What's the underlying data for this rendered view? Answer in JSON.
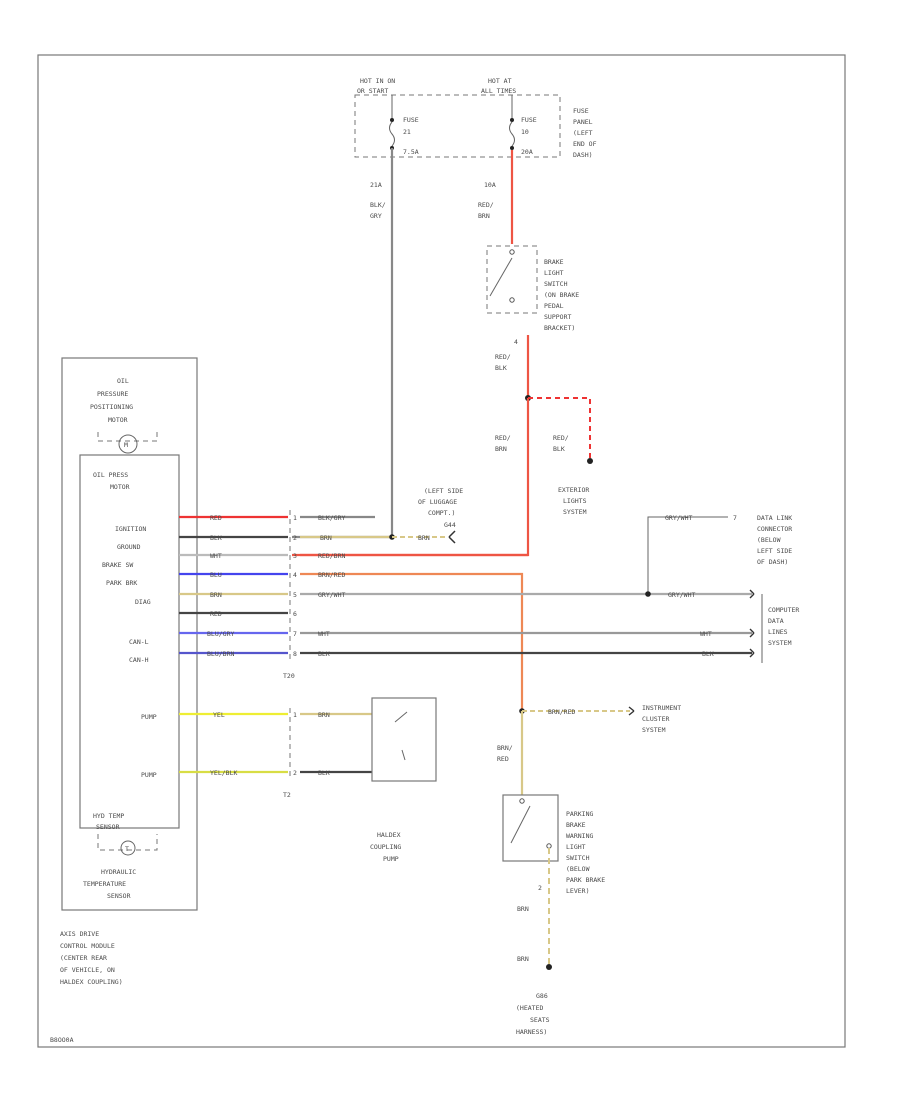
{
  "fuse_panel": {
    "hot_a": [
      "HOT IN ON",
      "OR START"
    ],
    "hot_b": [
      "HOT AT",
      "ALL TIMES"
    ],
    "fuse_a": [
      "FUSE",
      "21",
      "7.5A"
    ],
    "fuse_b": [
      "FUSE",
      "10",
      "20A"
    ],
    "location": [
      "FUSE",
      "PANEL",
      "(LEFT",
      "END OF",
      "DASH)"
    ],
    "amp_a": "21A",
    "amp_b": "10A"
  },
  "wires": {
    "blk_gry": [
      "BLK/",
      "GRY"
    ],
    "red_brn_top": [
      "RED/",
      "BRN"
    ],
    "red_blk": [
      "RED/",
      "BLK"
    ],
    "red_brn_mid": [
      "RED/",
      "BRN"
    ],
    "red_blk_ext": [
      "RED/",
      "BLK"
    ],
    "brn_red": [
      "BRN/",
      "RED"
    ],
    "brn_1": "BRN",
    "brn_2": "BRN"
  },
  "brake_switch": {
    "label": [
      "BRAKE",
      "LIGHT",
      "SWITCH",
      "(ON BRAKE",
      "PEDAL",
      "SUPPORT",
      "BRACKET)"
    ],
    "pin": "4"
  },
  "ground": {
    "label": [
      "(LEFT SIDE",
      "OF LUGGAGE",
      "COMPT.)"
    ],
    "tag": "G44",
    "wire": "BRN"
  },
  "exterior": [
    "EXTERIOR",
    "LIGHTS",
    "SYSTEM"
  ],
  "data_link": {
    "label": [
      "DATA LINK",
      "CONNECTOR",
      "(BELOW",
      "LEFT SIDE",
      "OF DASH)"
    ],
    "wire": "GRY/WHT",
    "pin": "7"
  },
  "computer": {
    "label": [
      "COMPUTER",
      "DATA",
      "LINES",
      "SYSTEM"
    ],
    "wire_dk": "GRY/WHT",
    "wire_h": "WHT",
    "wire_l": "BLK"
  },
  "module": {
    "name": [
      "AXIS DRIVE",
      "CONTROL MODULE",
      "(CENTER REAR",
      "OF VEHICLE, ON",
      "HALDEX COUPLING)"
    ],
    "motor": [
      "OIL",
      "PRESSURE",
      "POSITIONING",
      "MOTOR"
    ],
    "motor_pin": "M",
    "inner": [
      "OIL PRESS",
      "MOTOR"
    ],
    "pins": [
      "IGNITION",
      "GROUND",
      "BRAKE SW",
      "PARK BRK",
      "DIAG",
      "",
      "CAN-L",
      "CAN-H"
    ],
    "pump": [
      "PUMP",
      "PUMP"
    ],
    "temp": [
      "HYD TEMP",
      "SENSOR"
    ],
    "temp_pin": "T",
    "sensor": [
      "HYDRAULIC",
      "TEMPERATURE",
      "SENSOR"
    ]
  },
  "connector_t20": {
    "name": "T20",
    "wires_left": [
      "RED",
      "BLK",
      "WHT",
      "BLU",
      "BRN",
      "RED",
      "BLU/GRY",
      "BLU/BRN"
    ],
    "pins": [
      "1",
      "2",
      "3",
      "4",
      "5",
      "6",
      "7",
      "8"
    ],
    "wires_right": [
      "BLK/GRY",
      "BRN",
      "RED/BRN",
      "BRN/RED",
      "GRY/WHT",
      "",
      "WHT",
      "BLK"
    ]
  },
  "connector_t2": {
    "name": "T2",
    "wires_left": [
      "YEL",
      "YEL/BLK"
    ],
    "pins": [
      "1",
      "2"
    ],
    "wires_right": [
      "BRN",
      "BLK"
    ]
  },
  "haldex": [
    "HALDEX",
    "COUPLING",
    "PUMP"
  ],
  "instrument": {
    "label": [
      "INSTRUMENT",
      "CLUSTER",
      "SYSTEM"
    ],
    "wire": "BRN/RED"
  },
  "park_switch": {
    "label": [
      "PARKING",
      "BRAKE",
      "WARNING",
      "LIGHT",
      "SWITCH",
      "(BELOW",
      "PARK BRAKE",
      "LEVER)"
    ],
    "pin": "2"
  },
  "seats": [
    "G86",
    "(HEATED",
    "SEATS",
    "HARNESS)"
  ],
  "diagram_id": "B8OO0A",
  "colors": {
    "red": "#ee3333",
    "blue": "#4444ee",
    "yellow": "#eeee33",
    "brown_tan": "#d8c888",
    "gray": "#888888",
    "dark": "#333333",
    "orange": "#ee7744"
  }
}
